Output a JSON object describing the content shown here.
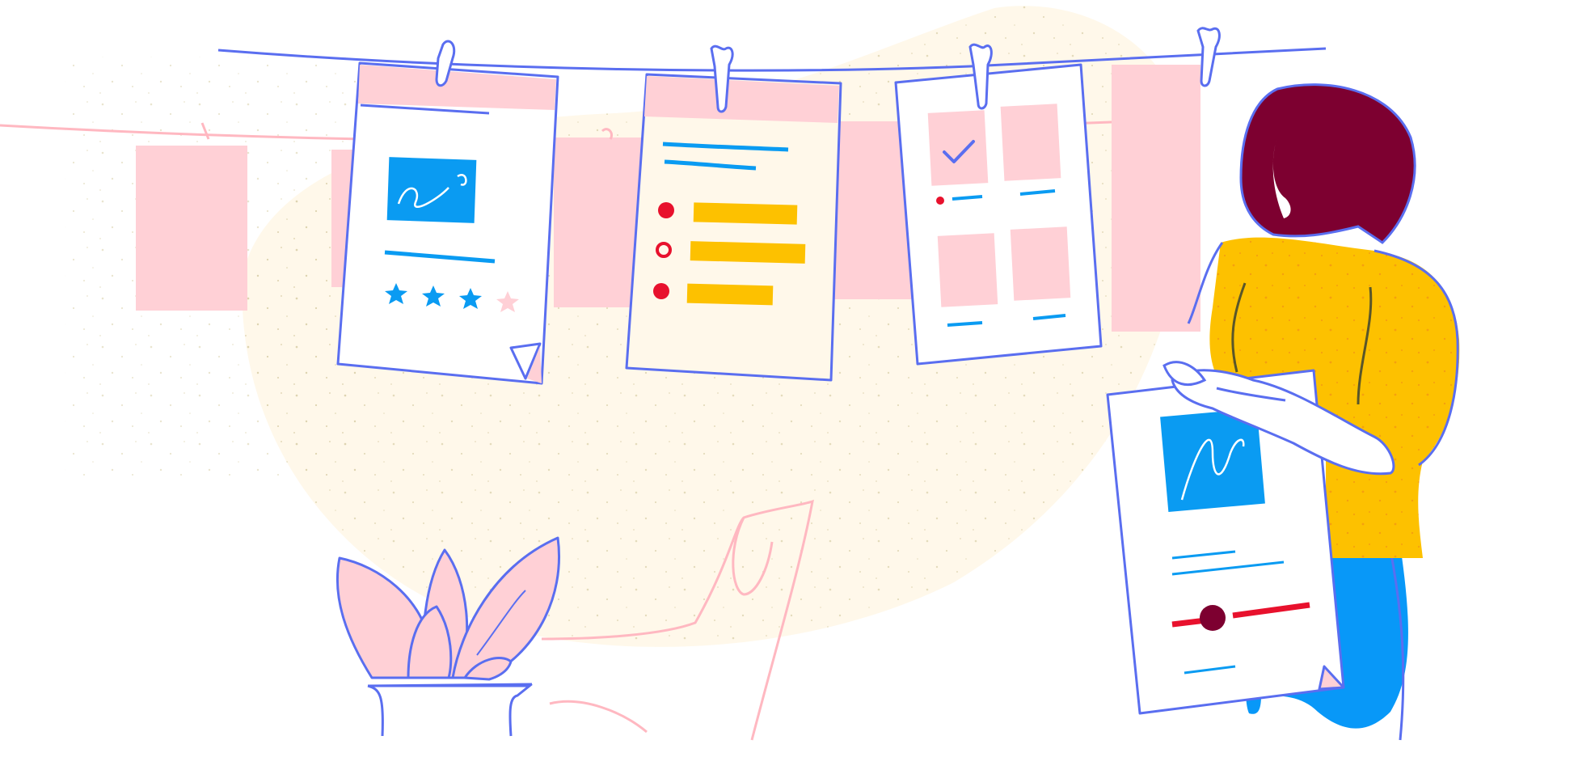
{
  "illustration": {
    "colors": {
      "outline": "#5a6ef0",
      "pink": "#ffd0d6",
      "pink_line": "#ffb8c1",
      "cream": "#fff8ea",
      "speckle": "#d9cfa8",
      "paper": "#ffffff",
      "blue": "#0a9bf2",
      "yellow": "#fdc100",
      "red": "#e8112d",
      "hair": "#7d0030",
      "sweater": "#fdc100",
      "pants": "#0898f8"
    },
    "icons": [
      "clothesline",
      "clothespin",
      "document-signature",
      "star-rating",
      "document-checklist",
      "document-grid",
      "house-plant",
      "person-holding-document"
    ],
    "rating": {
      "filled": 3,
      "total": 4
    }
  }
}
